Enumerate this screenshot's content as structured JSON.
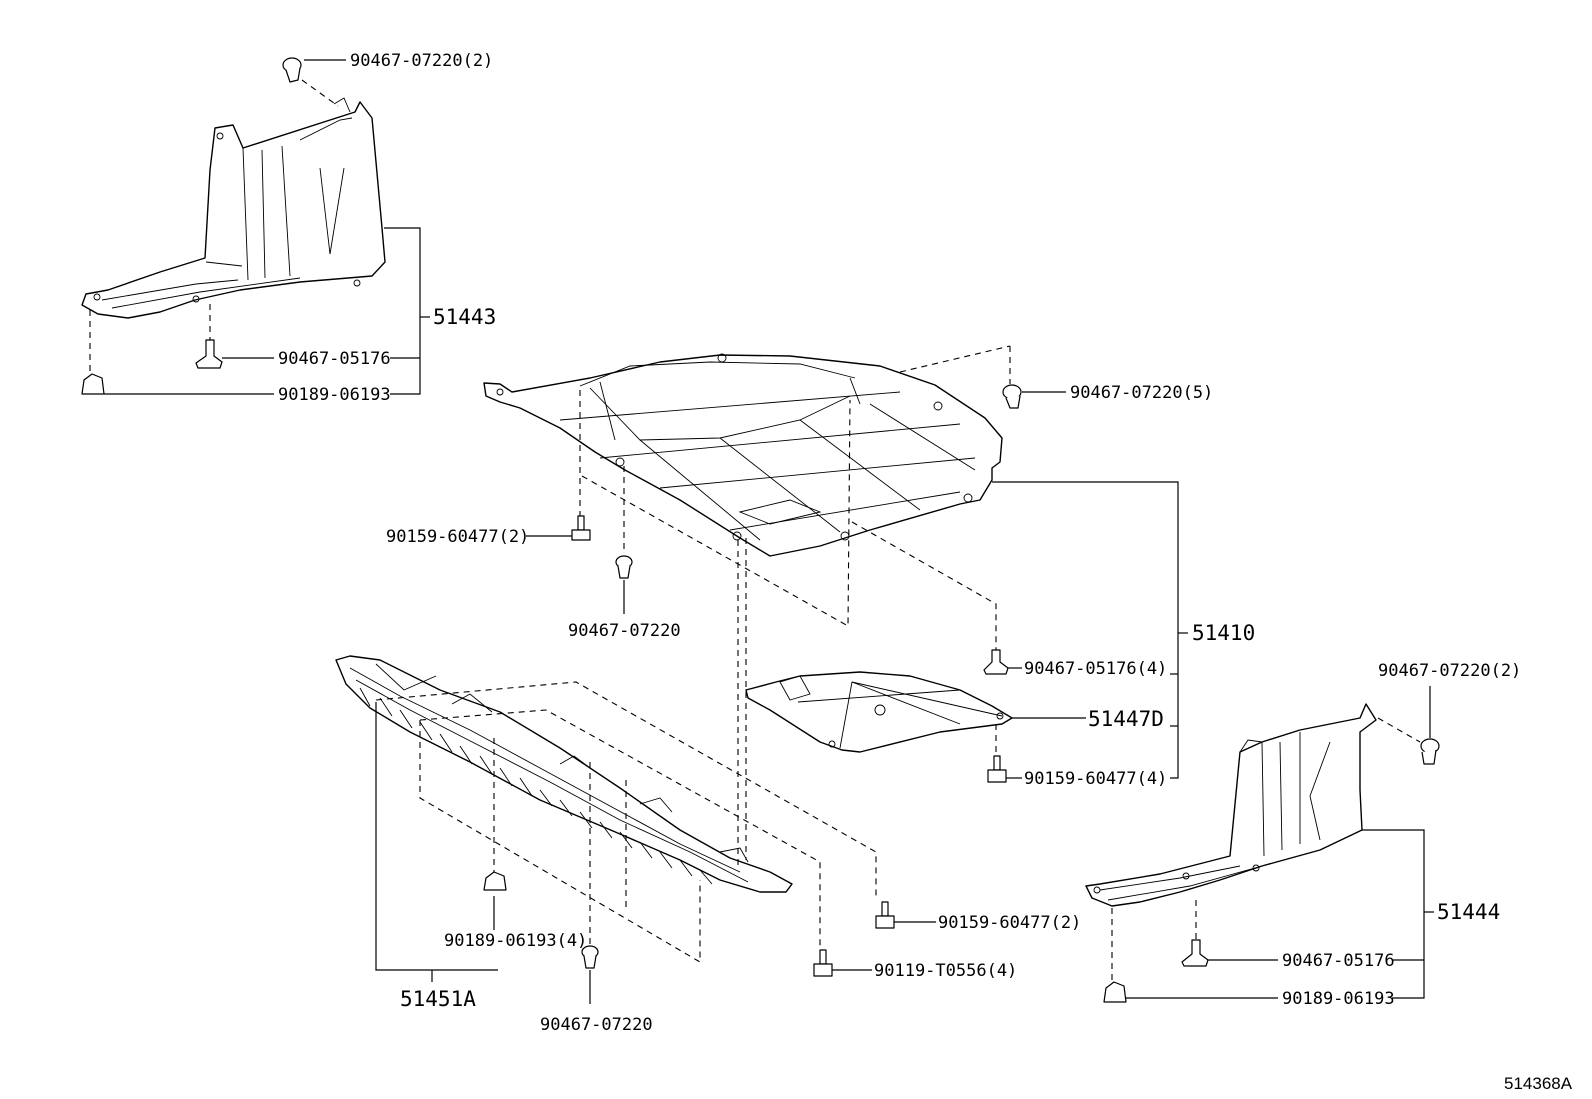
{
  "assemblies": {
    "a51443": "51443",
    "a51410": "51410",
    "a51447d": "51447D",
    "a51451a": "51451A",
    "a51444": "51444"
  },
  "parts": {
    "p01": "90467-07220(2)",
    "p02": "90467-05176",
    "p03": "90189-06193",
    "p04": "90467-07220(5)",
    "p05": "90159-60477(2)",
    "p06": "90467-07220",
    "p07": "90467-05176(4)",
    "p08": "90159-60477(4)",
    "p09": "90467-07220(2)",
    "p10": "90189-06193(4)",
    "p11": "90159-60477(2)",
    "p12": "90119-T0556(4)",
    "p13": "90467-07220",
    "p14": "90467-05176",
    "p15": "90189-06193"
  },
  "ref_code": "514368A"
}
